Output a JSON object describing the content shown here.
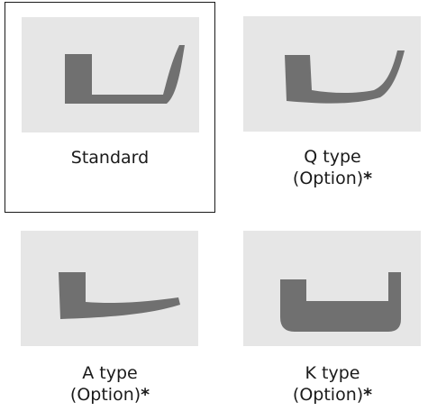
{
  "options": [
    {
      "name": "Standard",
      "suffix": "",
      "selected": true
    },
    {
      "name": "Q type",
      "suffix": "(Option)",
      "marker": "*",
      "selected": false
    },
    {
      "name": "A type",
      "suffix": "(Option)",
      "marker": "*",
      "selected": false
    },
    {
      "name": "K type",
      "suffix": "(Option)",
      "marker": "*",
      "selected": false
    }
  ],
  "colors": {
    "thumb_background": "#e6e6e6",
    "shape_fill": "#707070",
    "selection_border": "#1a1a1a"
  },
  "icons": [
    "handle-standard-icon",
    "handle-q-type-icon",
    "handle-a-type-icon",
    "handle-k-type-icon"
  ]
}
